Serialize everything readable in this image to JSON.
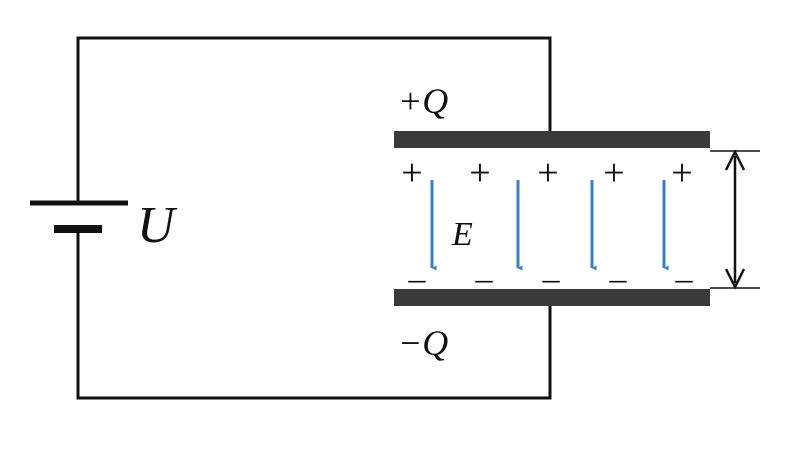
{
  "labels": {
    "voltage": "U",
    "top_charge": "+Q",
    "bottom_charge": "−Q",
    "field": "E"
  },
  "charges": {
    "top_plate": [
      "+",
      "+",
      "+",
      "+",
      "+"
    ],
    "bottom_plate": [
      "_",
      "_",
      "_",
      "_",
      "_"
    ]
  },
  "colors": {
    "wire": "#111111",
    "plate": "#3a3a3a",
    "field_arrow": "#3b7fc4",
    "background": "#ffffff"
  }
}
